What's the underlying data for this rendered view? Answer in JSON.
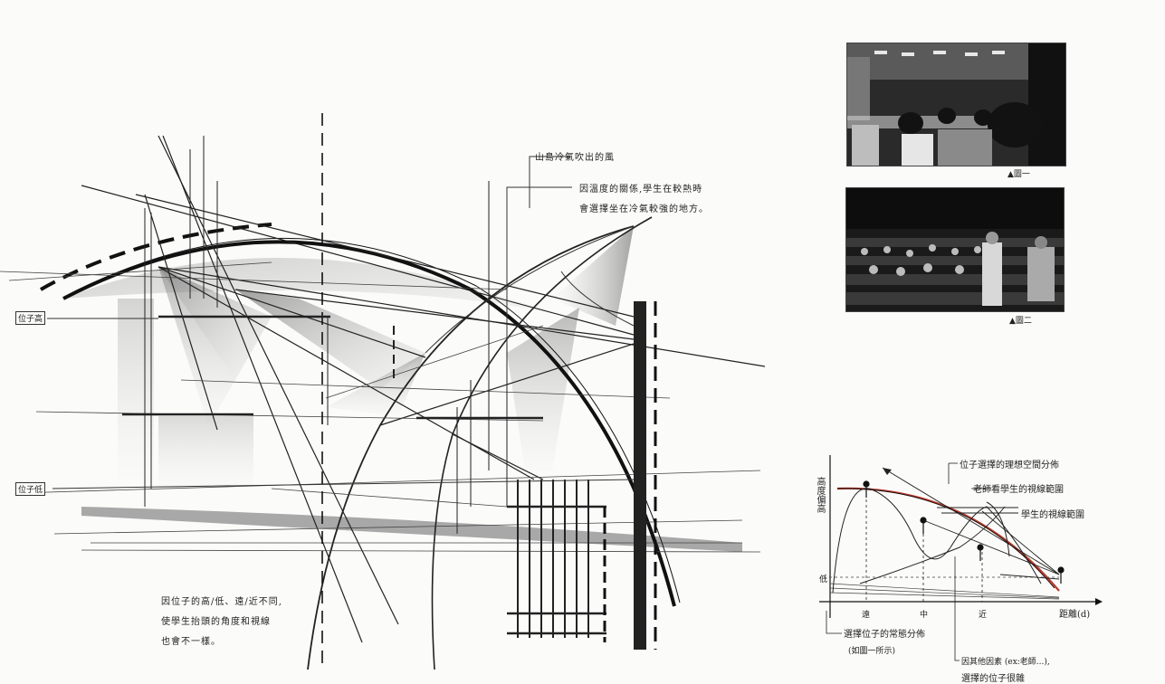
{
  "sketch": {
    "label_high": "位子高",
    "label_low": "位子低",
    "note_wind": "山島冷氣吹出的風",
    "note_temp_line1": "因溫度的關係,學生在較熱時",
    "note_temp_line2": "會選擇坐在冷氣較強的地方。",
    "note_bottom_line1": "因位子的高/低、遠/近不同,",
    "note_bottom_line2": "使學生抬頭的角度和視線",
    "note_bottom_line3": "也會不一樣。"
  },
  "photos": [
    {
      "caption": "▲圖一"
    },
    {
      "caption": "▲圖二"
    }
  ],
  "graph": {
    "y_label": "高度偏高",
    "y_low": "低",
    "x_label": "距離(d)",
    "x_ticks": [
      "遠",
      "中",
      "近"
    ],
    "note_ideal": "位子選擇的理想空間分佈",
    "note_teacher": "老師看學生的視線範圍",
    "note_student": "學生的視線範圍",
    "note_select_line1": "選擇位子的常態分佈",
    "note_select_line2": "(如圖一所示)",
    "note_other_line1": "因其他因素 (ex:老師...),",
    "note_other_line2": "選擇的位子很雜",
    "accent": "#c0392b"
  }
}
